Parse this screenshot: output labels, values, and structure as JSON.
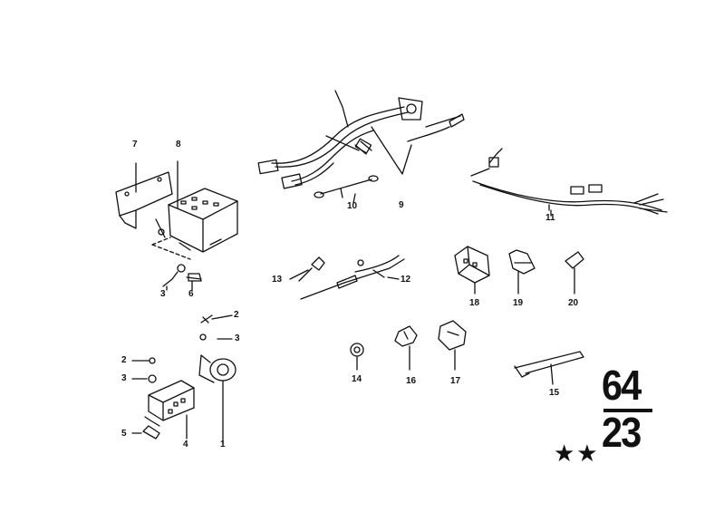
{
  "labels": {
    "p1": "1",
    "p2a": "2",
    "p2b": "2",
    "p3a": "3",
    "p3b": "3",
    "p3c": "3",
    "p4": "4",
    "p5": "5",
    "p6": "6",
    "p7": "7",
    "p8": "8",
    "p9": "9",
    "p10": "10",
    "p11": "11",
    "p12": "12",
    "p13": "13",
    "p14": "14",
    "p15": "15",
    "p16": "16",
    "p17": "17",
    "p18": "18",
    "p19": "19",
    "p20": "20"
  },
  "group": {
    "main": "64",
    "sub": "23"
  },
  "rating": "★★"
}
